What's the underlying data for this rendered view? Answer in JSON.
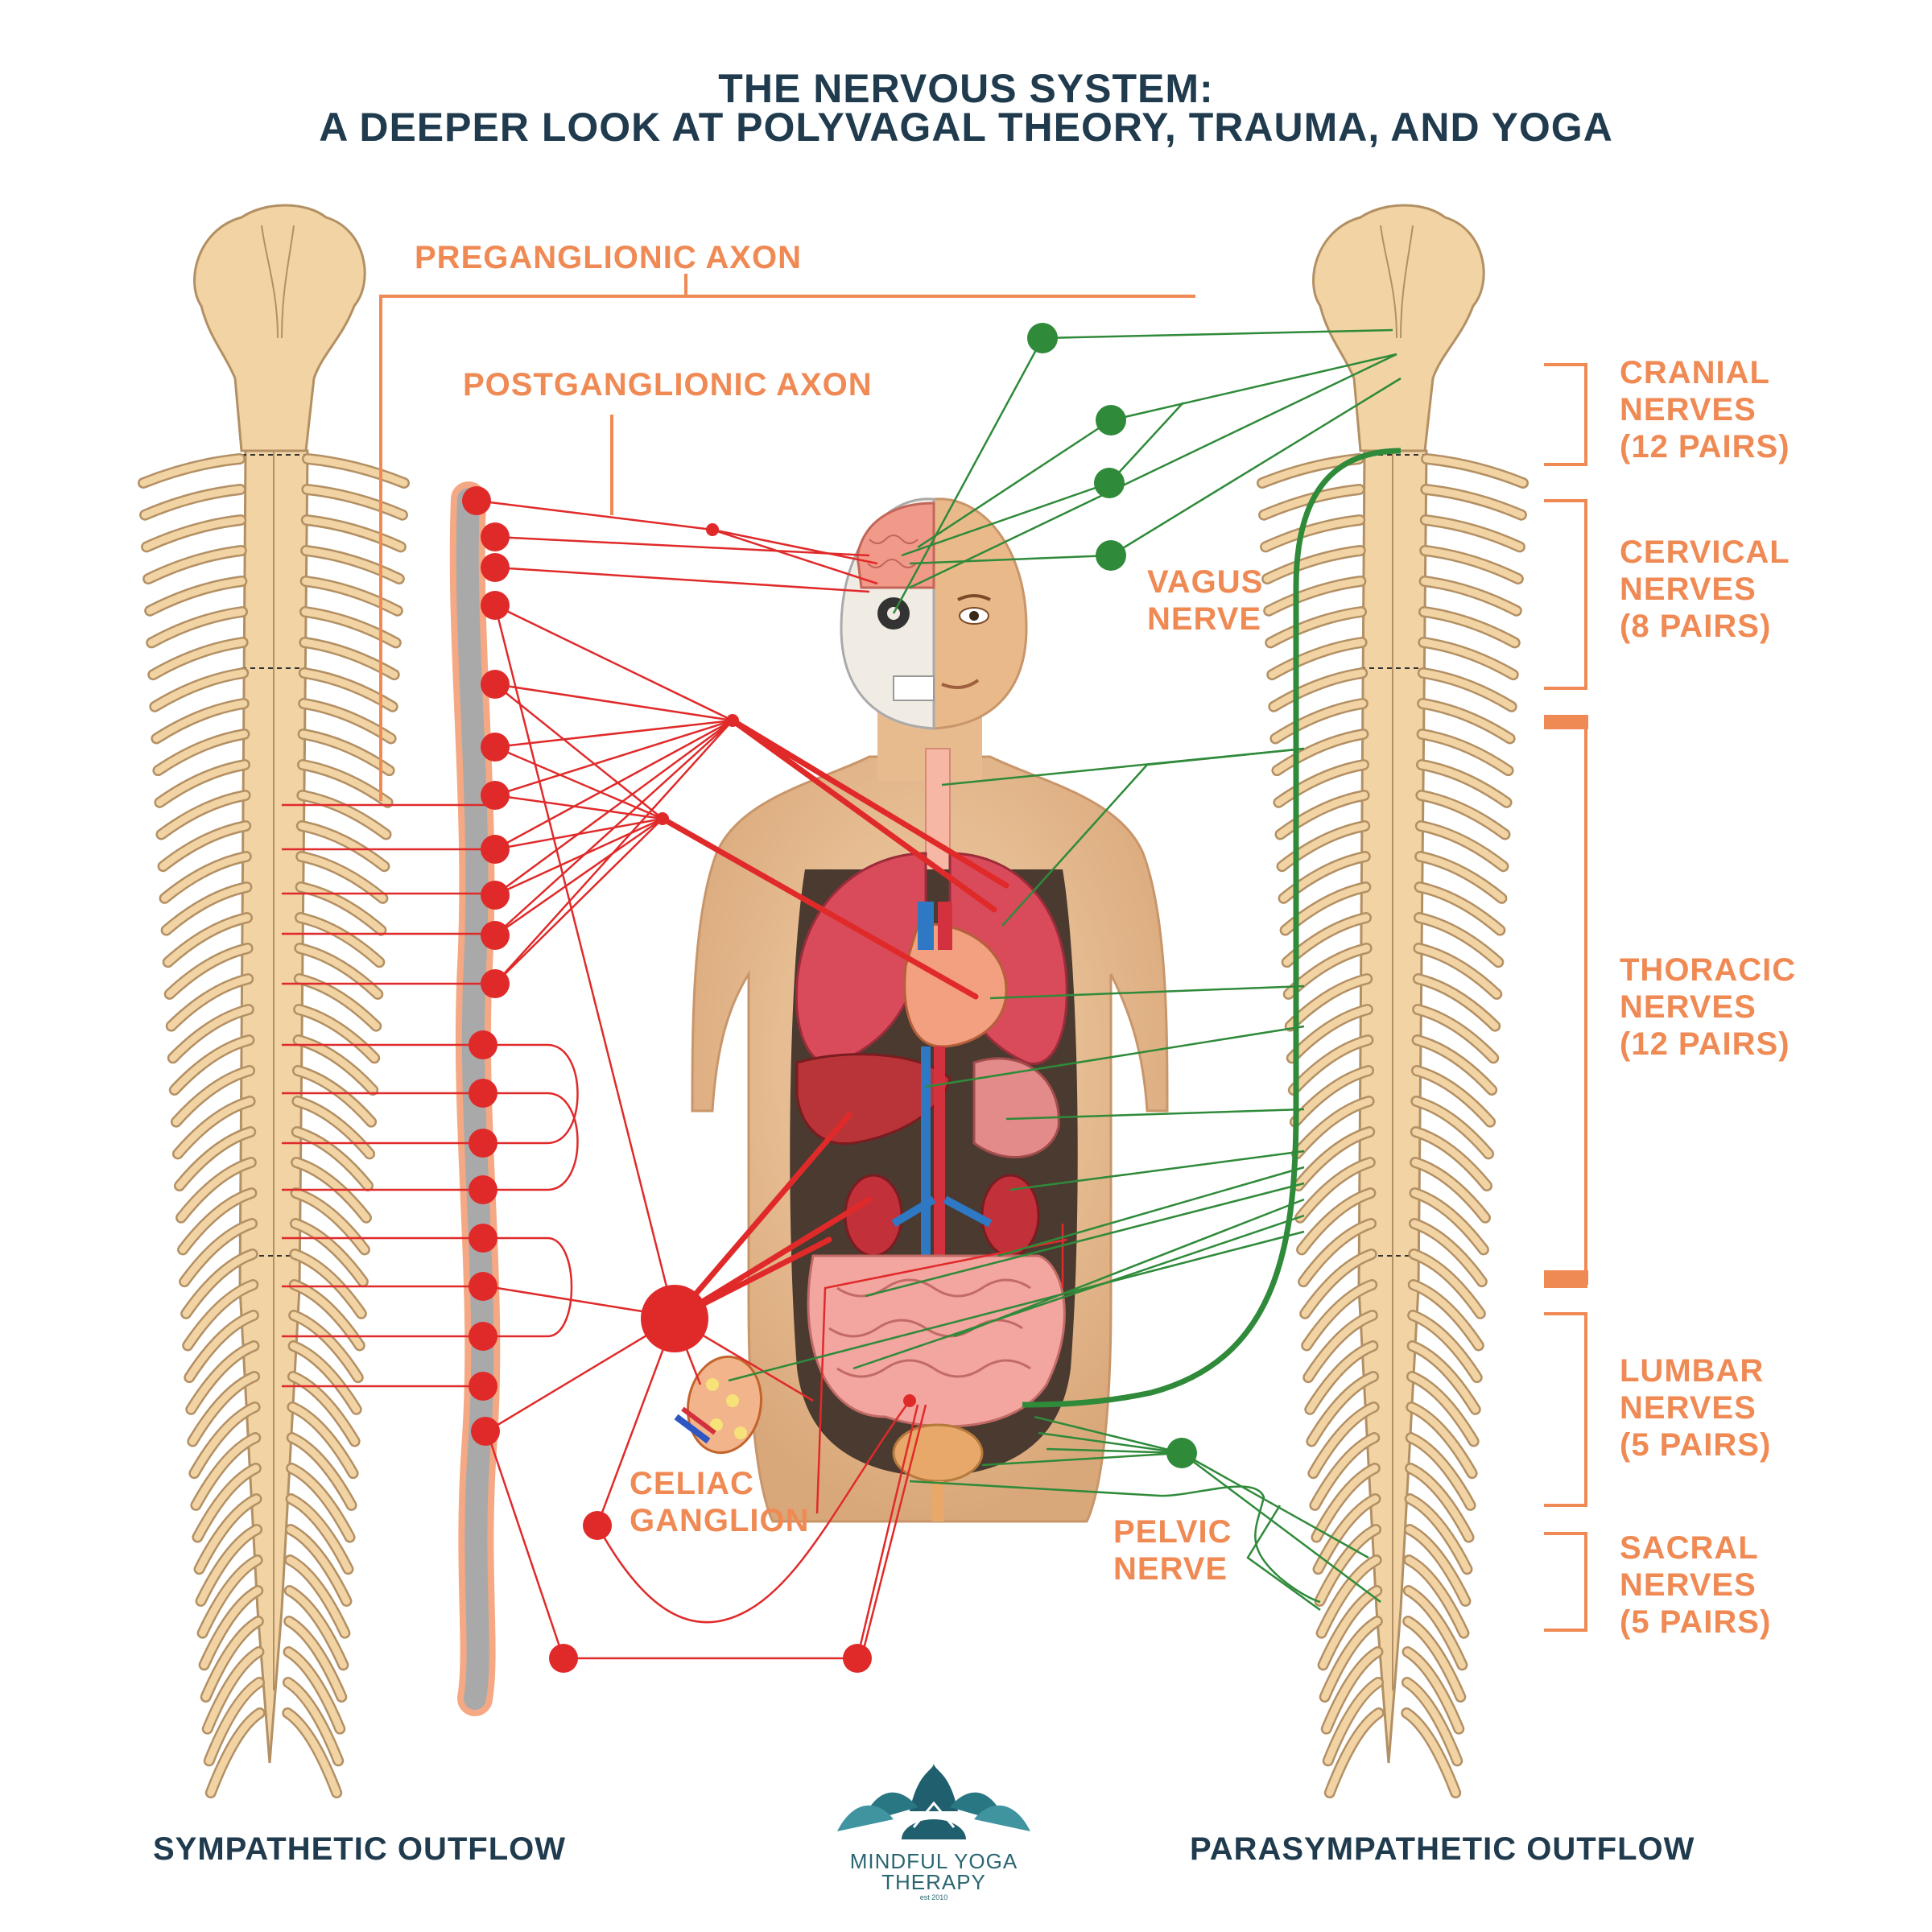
{
  "title": {
    "line1": "THE NERVOUS SYSTEM:",
    "line2": "A DEEPER LOOK AT POLYVAGAL THEORY, TRAUMA, AND YOGA"
  },
  "labels": {
    "preganglionic": "PREGANGLIONIC AXON",
    "postganglionic": "POSTGANGLIONIC AXON",
    "vagus": [
      "VAGUS",
      "NERVE"
    ],
    "celiac": [
      "CELIAC",
      "GANGLION"
    ],
    "pelvic": [
      "PELVIC",
      "NERVE"
    ]
  },
  "nerve_groups": [
    {
      "line1": "CRANIAL",
      "line2": "NERVES",
      "line3": "(12 PAIRS)"
    },
    {
      "line1": "CERVICAL",
      "line2": "NERVES",
      "line3": "(8 PAIRS)"
    },
    {
      "line1": "THORACIC",
      "line2": "NERVES",
      "line3": "(12 PAIRS)"
    },
    {
      "line1": "LUMBAR",
      "line2": "NERVES",
      "line3": "(5 PAIRS)"
    },
    {
      "line1": "SACRAL",
      "line2": "NERVES",
      "line3": "(5 PAIRS)"
    }
  ],
  "footer": {
    "sympathetic": "SYMPATHETIC OUTFLOW",
    "parasympathetic": "PARASYMPATHETIC OUTFLOW"
  },
  "logo": {
    "line1": "MINDFUL YOGA",
    "line2": "THERAPY",
    "est": "est 2010"
  },
  "colors": {
    "sympathetic": "#e02a2a",
    "parasympathetic": "#2f8a3a",
    "label": "#f08a55",
    "title": "#1f3b4d",
    "spine": "#f1d3a4"
  }
}
